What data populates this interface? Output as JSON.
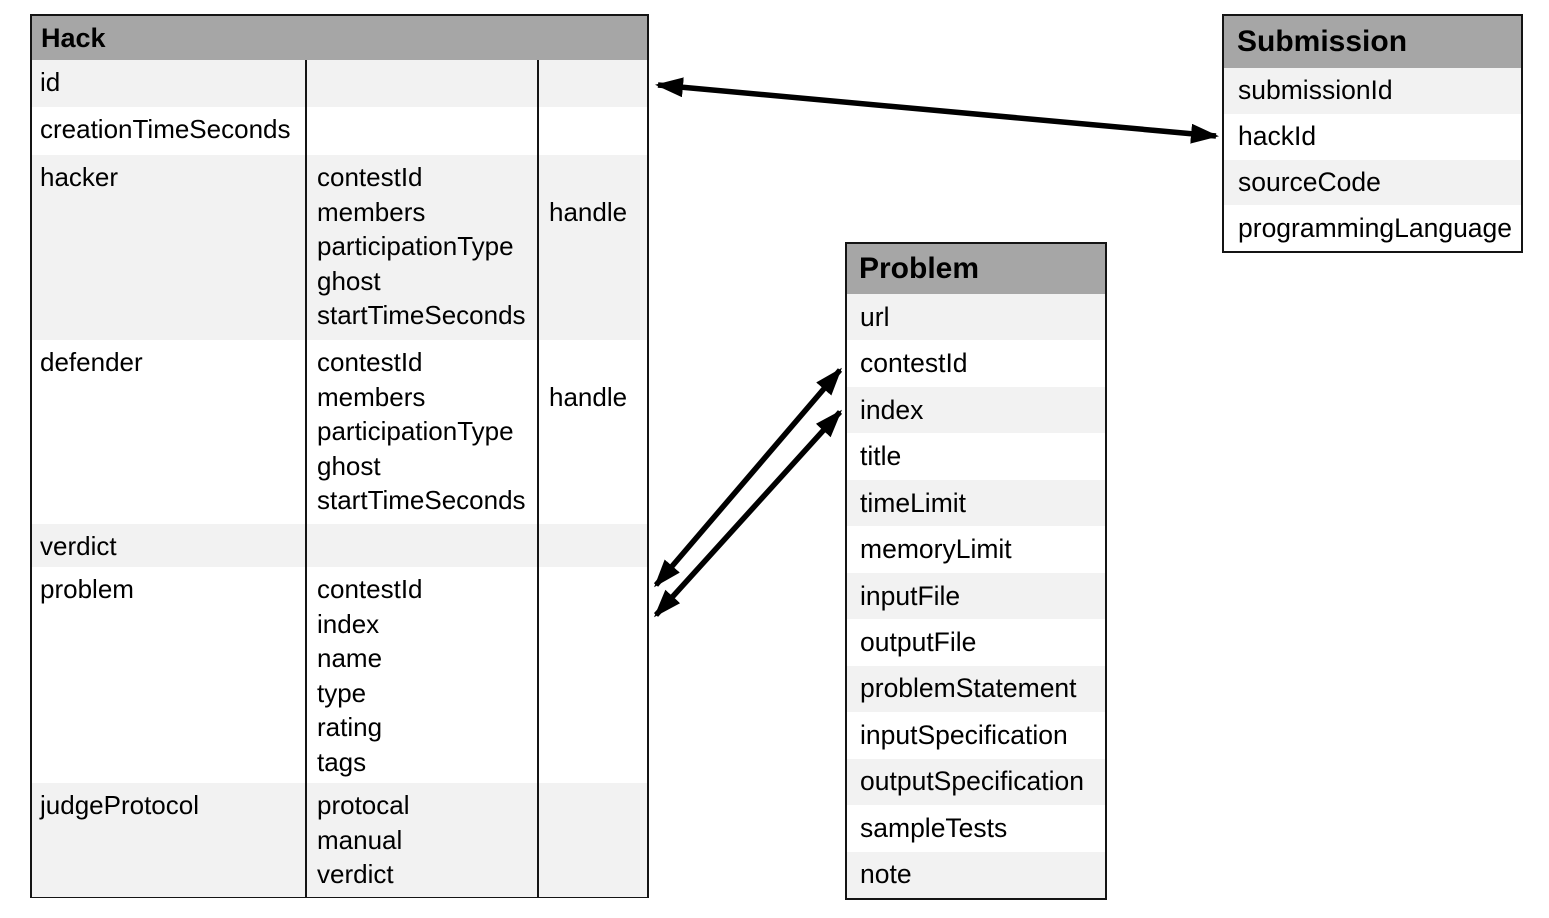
{
  "colors": {
    "header_bg": "#a6a6a6",
    "band_bg": "#f2f2f2",
    "row_bg": "#ffffff",
    "border": "#141414",
    "arrow": "#000000",
    "text": "#000000"
  },
  "tables": {
    "hack": {
      "title": "Hack",
      "rows": [
        {
          "field": "id",
          "sub": [],
          "extra": ""
        },
        {
          "field": "creationTimeSeconds",
          "sub": [],
          "extra": ""
        },
        {
          "field": "hacker",
          "sub": [
            "contestId",
            "members",
            "participationType",
            "ghost",
            "startTimeSeconds"
          ],
          "extra": "handle"
        },
        {
          "field": "defender",
          "sub": [
            "contestId",
            "members",
            "participationType",
            "ghost",
            "startTimeSeconds"
          ],
          "extra": "handle"
        },
        {
          "field": "verdict",
          "sub": [],
          "extra": ""
        },
        {
          "field": "problem",
          "sub": [
            "contestId",
            "index",
            "name",
            "type",
            "rating",
            "tags"
          ],
          "extra": ""
        },
        {
          "field": "judgeProtocol",
          "sub": [
            "protocal",
            "manual",
            "verdict"
          ],
          "extra": ""
        }
      ]
    },
    "submission": {
      "title": "Submission",
      "rows": [
        "submissionId",
        "hackId",
        "sourceCode",
        "programmingLanguage"
      ]
    },
    "problem": {
      "title": "Problem",
      "rows": [
        "url",
        "contestId",
        "index",
        "title",
        "timeLimit",
        "memoryLimit",
        "inputFile",
        "outputFile",
        "problemStatement",
        "inputSpecification",
        "outputSpecification",
        "sampleTests",
        "note"
      ]
    }
  },
  "relations": [
    {
      "from": "Hack.id",
      "to": "Submission.hackId",
      "style": "double-arrow"
    },
    {
      "from": "Hack.problem",
      "to": "Problem.contestId",
      "style": "double-arrow"
    },
    {
      "from": "Hack.problem",
      "to": "Problem.index",
      "style": "double-arrow"
    }
  ]
}
